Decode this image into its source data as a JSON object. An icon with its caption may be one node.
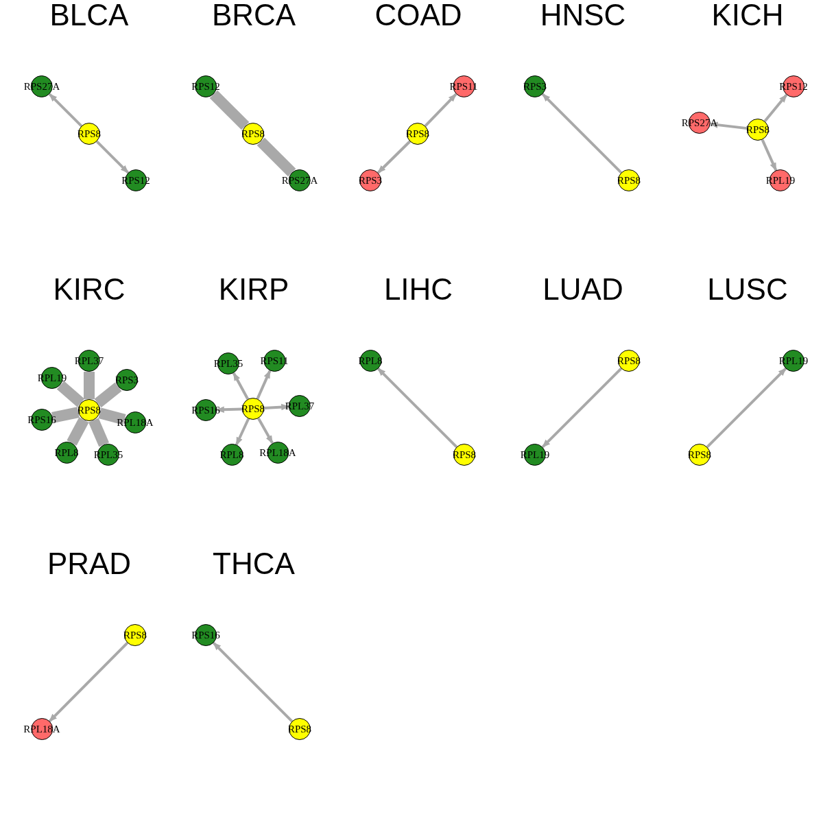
{
  "diagram": {
    "nodes": [
      {
        "text": [
          "BLCA"
        ]
      },
      {
        "text": [
          "RPS27A"
        ],
        "in": 0
      },
      {
        "text": [
          "RPS8"
        ],
        "in": 0
      },
      {
        "text": [
          "RPS12"
        ],
        "in": 0
      },
      {
        "text": [
          "BRCA"
        ]
      },
      {
        "text": [
          "RPS12"
        ],
        "in": 4
      },
      {
        "text": [
          "RPS8"
        ],
        "in": 4
      },
      {
        "text": [
          "RPS27A"
        ],
        "in": 4
      },
      {
        "text": [
          "COAD"
        ]
      },
      {
        "text": [
          "RPS11"
        ],
        "in": 8
      },
      {
        "text": [
          "RPS8"
        ],
        "in": 8
      },
      {
        "text": [
          "RPS3"
        ],
        "in": 8
      },
      {
        "text": [
          "HNSC"
        ]
      },
      {
        "text": [
          "RPS3"
        ],
        "in": 12
      },
      {
        "text": [
          "RPS8"
        ],
        "in": 12
      },
      {
        "text": [
          "KICH"
        ]
      },
      {
        "text": [
          "RPS12"
        ],
        "in": 15
      },
      {
        "text": [
          "RPS27A"
        ],
        "in": 15
      },
      {
        "text": [
          "RPS8"
        ],
        "in": 15
      },
      {
        "text": [
          "RPL19"
        ],
        "in": 15
      },
      {
        "text": [
          "KIRC"
        ]
      },
      {
        "text": [
          "RPL37"
        ],
        "in": 20
      },
      {
        "text": [
          "RPL19"
        ],
        "in": 20
      },
      {
        "text": [
          "RPS3"
        ],
        "in": 20
      },
      {
        "text": [
          "RPS8"
        ],
        "in": 20
      },
      {
        "text": [
          "RPS16"
        ],
        "in": 20
      },
      {
        "text": [
          "RPL18A"
        ],
        "in": 20
      },
      {
        "text": [
          "RPL8"
        ],
        "in": 20
      },
      {
        "text": [
          "RPL35"
        ],
        "in": 20
      },
      {
        "text": [
          "KIRP"
        ]
      },
      {
        "text": [
          "RPL35"
        ],
        "in": 29
      },
      {
        "text": [
          "RPS11"
        ],
        "in": 29
      },
      {
        "text": [
          "RPS16"
        ],
        "in": 29
      },
      {
        "text": [
          "RPS8"
        ],
        "in": 29
      },
      {
        "text": [
          "RPL37"
        ],
        "in": 29
      },
      {
        "text": [
          "RPL8"
        ],
        "in": 29
      },
      {
        "text": [
          "RPL18A"
        ],
        "in": 29
      },
      {
        "text": [
          "LIHC"
        ]
      },
      {
        "text": [
          "RPL8"
        ],
        "in": 37
      },
      {
        "text": [
          "RPS8"
        ],
        "in": 37
      },
      {
        "text": [
          "LUAD"
        ]
      },
      {
        "text": [
          "RPS8"
        ],
        "in": 40
      },
      {
        "text": [
          "RPL19"
        ],
        "in": 40
      },
      {
        "text": [
          "LUSC"
        ]
      },
      {
        "text": [
          "RPL19"
        ],
        "in": 43
      },
      {
        "text": [
          "RPS8"
        ],
        "in": 43
      },
      {
        "text": [
          "PRAD"
        ]
      },
      {
        "text": [
          "RPS8"
        ],
        "in": 46
      },
      {
        "text": [
          "RPL18A"
        ],
        "in": 46
      },
      {
        "text": [
          "THCA"
        ]
      },
      {
        "text": [
          "RPS16"
        ],
        "in": 49
      },
      {
        "text": [
          "RPS8"
        ],
        "in": 49
      }
    ],
    "edges": [
      {
        "from": 2,
        "to": 1,
        "arrow": "to"
      },
      {
        "from": 2,
        "to": 3,
        "arrow": "to"
      },
      {
        "from": 6,
        "to": 5,
        "arrow": "none",
        "style": "thick"
      },
      {
        "from": 6,
        "to": 7,
        "arrow": "none",
        "style": "thick"
      },
      {
        "from": 10,
        "to": 9,
        "arrow": "to"
      },
      {
        "from": 10,
        "to": 11,
        "arrow": "to"
      },
      {
        "from": 14,
        "to": 13,
        "arrow": "to"
      },
      {
        "from": 18,
        "to": 16,
        "arrow": "to"
      },
      {
        "from": 18,
        "to": 17,
        "arrow": "to"
      },
      {
        "from": 18,
        "to": 19,
        "arrow": "to"
      },
      {
        "from": 24,
        "to": 21,
        "arrow": "none",
        "style": "thick"
      },
      {
        "from": 24,
        "to": 22,
        "arrow": "none",
        "style": "thick"
      },
      {
        "from": 24,
        "to": 23,
        "arrow": "none",
        "style": "thick"
      },
      {
        "from": 24,
        "to": 25,
        "arrow": "none",
        "style": "thick"
      },
      {
        "from": 24,
        "to": 26,
        "arrow": "none",
        "style": "thick"
      },
      {
        "from": 24,
        "to": 27,
        "arrow": "none",
        "style": "thick"
      },
      {
        "from": 24,
        "to": 28,
        "arrow": "none",
        "style": "thick"
      },
      {
        "from": 33,
        "to": 30,
        "arrow": "to"
      },
      {
        "from": 33,
        "to": 31,
        "arrow": "to"
      },
      {
        "from": 33,
        "to": 32,
        "arrow": "to"
      },
      {
        "from": 33,
        "to": 34,
        "arrow": "to"
      },
      {
        "from": 33,
        "to": 35,
        "arrow": "to"
      },
      {
        "from": 33,
        "to": 36,
        "arrow": "to"
      },
      {
        "from": 39,
        "to": 38,
        "arrow": "to"
      },
      {
        "from": 41,
        "to": 42,
        "arrow": "to"
      },
      {
        "from": 45,
        "to": 44,
        "arrow": "to"
      },
      {
        "from": 47,
        "to": 48,
        "arrow": "to"
      },
      {
        "from": 51,
        "to": 50,
        "arrow": "to"
      }
    ]
  }
}
